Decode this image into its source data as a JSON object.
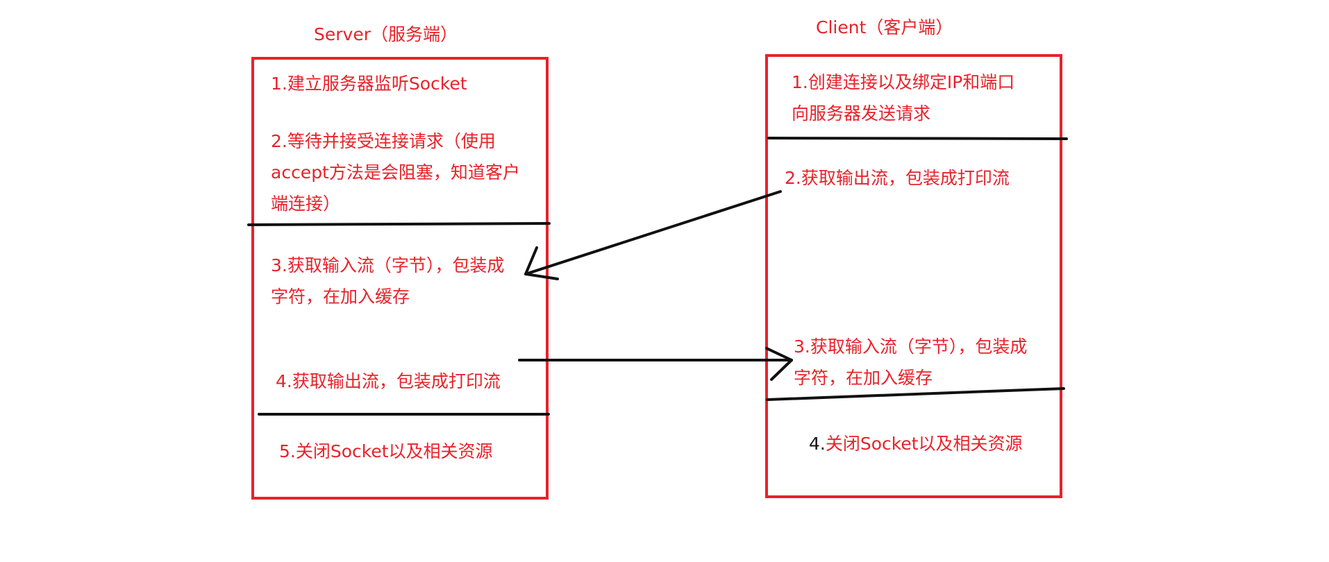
{
  "server": {
    "title": "Server（服务端）",
    "steps": [
      {
        "lines": [
          "1.建立服务器监听Socket"
        ]
      },
      {
        "lines": [
          "2.等待并接受连接请求（使用",
          "accept方法是会阻塞，知道客户",
          "端连接）"
        ]
      },
      {
        "lines": [
          "3.获取输入流（字节），包装成",
          "字符，在加入缓存"
        ]
      },
      {
        "lines": [
          "4.获取输出流，包装成打印流"
        ]
      },
      {
        "lines": [
          "5.关闭Socket以及相关资源"
        ]
      }
    ]
  },
  "client": {
    "title": "Client（客户端）",
    "steps": [
      {
        "lines": [
          "1.创建连接以及绑定IP和端口",
          "向服务器发送请求"
        ]
      },
      {
        "lines": [
          "2.获取输出流，包装成打印流"
        ]
      },
      {
        "lines": [
          "3.获取输入流（字节），包装成",
          "字符，在加入缓存"
        ]
      },
      {
        "num": "4.",
        "text": "关闭Socket以及相关资源"
      }
    ]
  },
  "colors": {
    "box_border": "#e8222a",
    "text": "#e8222a",
    "divider": "#111111",
    "arrow": "#111111"
  }
}
